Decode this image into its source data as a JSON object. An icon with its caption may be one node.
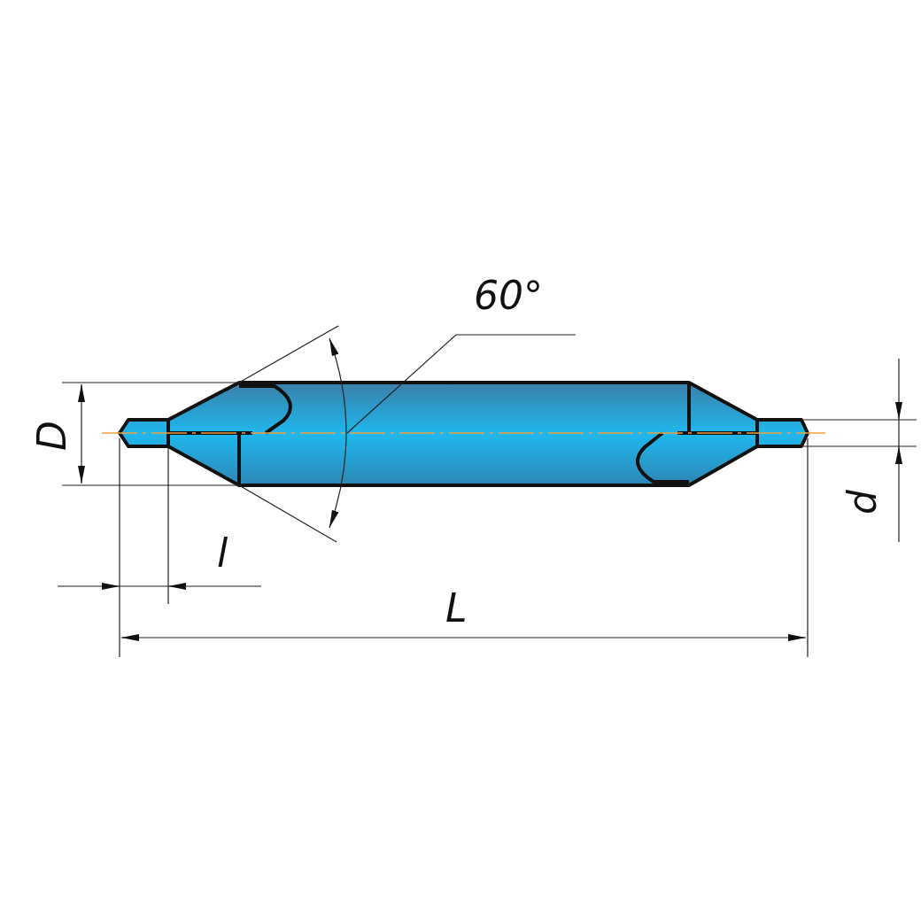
{
  "diagram": {
    "nodes": [
      {
        "text": [
          "60°"
        ]
      },
      {
        "text": [],
        "shape": "arc"
      }
    ],
    "edges": [
      {
        "from": 0,
        "to": 1,
        "arrow": "none"
      }
    ],
    "labels": [
      "D",
      "d",
      "l",
      "L"
    ]
  }
}
